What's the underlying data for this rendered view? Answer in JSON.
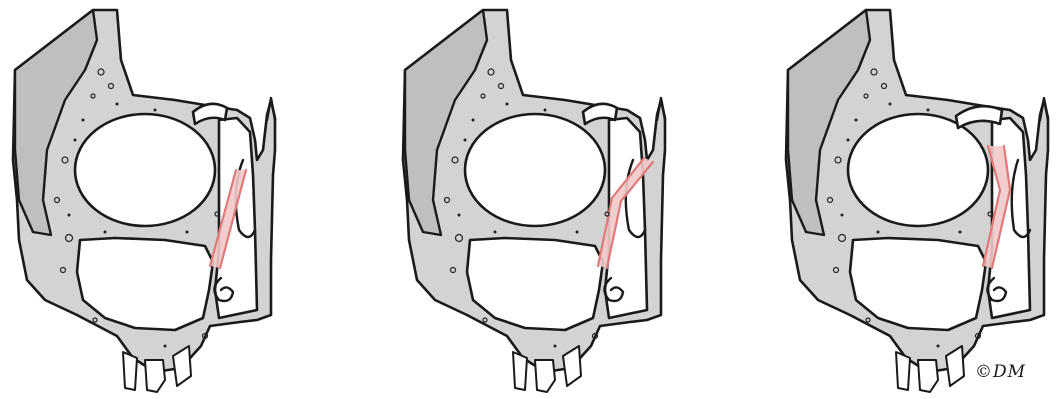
{
  "figure": {
    "panels": [
      {
        "id": "panel-1",
        "highlight_variant": "lower"
      },
      {
        "id": "panel-2",
        "highlight_variant": "middle"
      },
      {
        "id": "panel-3",
        "highlight_variant": "upper"
      }
    ],
    "colors": {
      "bone": "#d3d3d3",
      "outline": "#1a1a1a",
      "highlight": "#e07a7a",
      "background": "#ffffff"
    },
    "signature_text": "©DM"
  }
}
